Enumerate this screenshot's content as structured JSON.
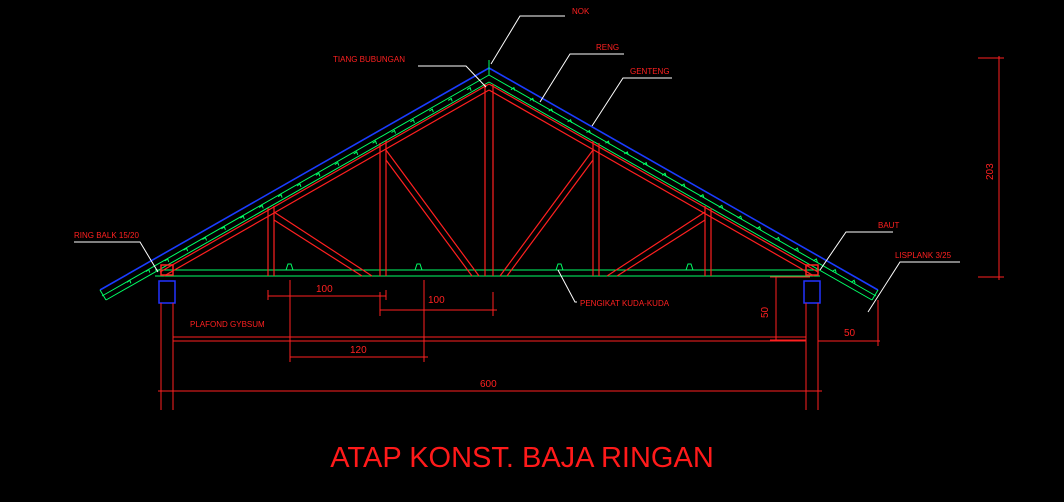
{
  "labels": {
    "nok": "NOK",
    "reng": "RENG",
    "genteng": "GENTENG",
    "tiang_bubungan": "TIANG BUBUNGAN",
    "ring_balk": "RING BALK 15/20",
    "baut": "BAUT",
    "lisplank": "LISPLANK 3/25",
    "pengikat": "PENGIKAT KUDA-KUDA",
    "plafond": "PLAFOND GYBSUM"
  },
  "dimensions": {
    "d100a": "100",
    "d100b": "100",
    "d120": "120",
    "d600": "600",
    "d50v": "50",
    "d50h": "50",
    "d203": "203"
  },
  "title": "ATAP KONST. BAJA RINGAN",
  "colors": {
    "truss": "#ff2020",
    "outline": "#00ff66",
    "roof": "#1a3cff",
    "text": "#ff2020",
    "annotation": "#ffffff",
    "column": "#2233ff"
  }
}
